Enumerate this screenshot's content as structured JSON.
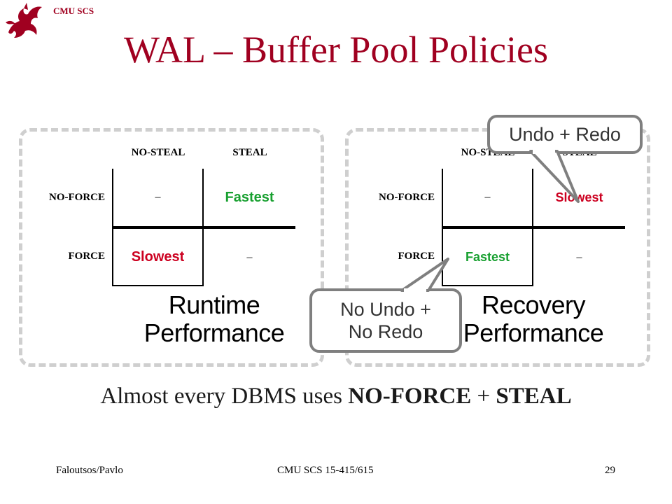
{
  "header": {
    "label": "CMU SCS",
    "logo_icon": "dragon-icon",
    "title": "WAL – Buffer Pool Policies"
  },
  "runtime_table": {
    "col_headers": [
      "NO-STEAL",
      "STEAL"
    ],
    "rows": [
      {
        "label": "NO-FORCE",
        "cells": [
          "–",
          "Fastest"
        ]
      },
      {
        "label": "FORCE",
        "cells": [
          "Slowest",
          "–"
        ]
      }
    ],
    "caption_line1": "Runtime",
    "caption_line2": "Performance"
  },
  "recovery_table": {
    "col_headers": [
      "NO-STEAL",
      "STEAL"
    ],
    "rows": [
      {
        "label": "NO-FORCE",
        "cells": [
          "–",
          "Slowest"
        ]
      },
      {
        "label": "FORCE",
        "cells": [
          "Fastest",
          "–"
        ]
      }
    ],
    "caption_line1": "Recovery",
    "caption_line2": "Performance"
  },
  "callouts": {
    "undo_redo": "Undo + Redo",
    "no_undo_line1": "No Undo +",
    "no_undo_line2": "No Redo"
  },
  "summary": {
    "prefix": "Almost every DBMS uses ",
    "term1": "NO-FORCE",
    "joiner": " + ",
    "term2": "STEAL"
  },
  "footer": {
    "left": "Faloutsos/Pavlo",
    "center": "CMU SCS 15-415/615",
    "page": "29"
  },
  "colors": {
    "accent": "#a00020",
    "fastest": "#18a030",
    "slowest": "#cc0020",
    "callout_border": "#7f7f7f",
    "panel_border": "#cfcfcf"
  }
}
